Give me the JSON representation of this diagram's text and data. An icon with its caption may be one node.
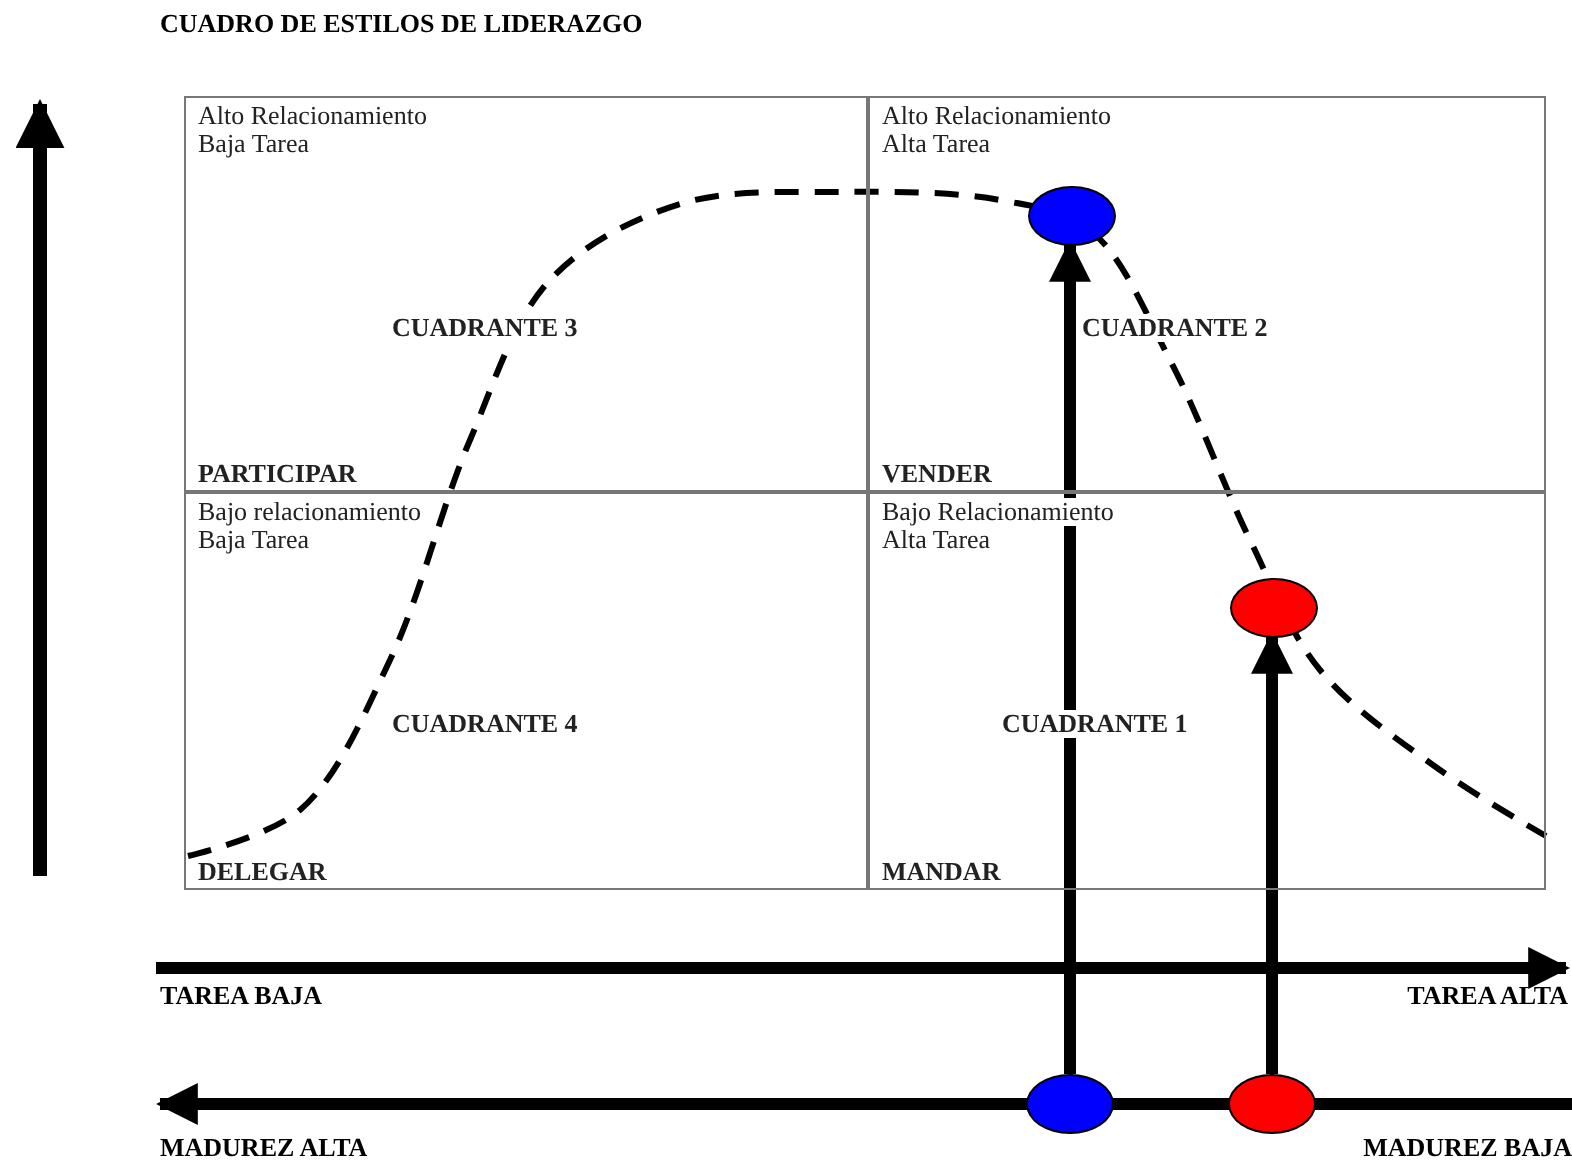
{
  "diagram": {
    "title": "CUADRO DE ESTILOS DE LIDERAZGO",
    "nodes": [
      {
        "text": [
          "Alto Relacionamiento",
          "Baja Tarea",
          "CUADRANTE 3",
          "PARTICIPAR"
        ]
      },
      {
        "text": [
          "Alto Relacionamiento",
          "Alta Tarea",
          "CUADRANTE 2",
          "VENDER"
        ]
      },
      {
        "text": [
          "Bajo relacionamiento",
          "Baja Tarea",
          "CUADRANTE 4",
          "DELEGAR"
        ]
      },
      {
        "text": [
          "Bajo Relacionamiento",
          "Alta Tarea",
          "CUADRANTE 1",
          "MANDAR"
        ]
      },
      {
        "text": [],
        "shape": "circle",
        "in": 1
      },
      {
        "text": [],
        "shape": "circle",
        "in": 3
      },
      {
        "text": [],
        "shape": "circle"
      },
      {
        "text": [],
        "shape": "circle"
      }
    ],
    "edges": [
      {
        "from": 6,
        "to": 4,
        "arrow": "to"
      },
      {
        "from": 7,
        "to": 5,
        "arrow": "to"
      }
    ],
    "labels": [
      "TAREA BAJA",
      "TAREA ALTA",
      "MADUREZ ALTA",
      "MADUREZ BAJA"
    ]
  }
}
